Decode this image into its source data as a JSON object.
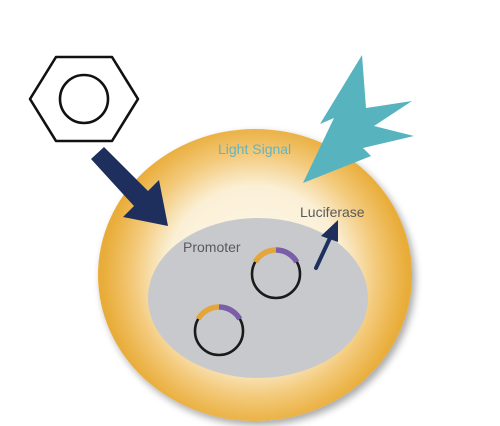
{
  "labels": {
    "light_signal": "Light Signal",
    "promoter": "Promoter",
    "luciferase": "Luciferase"
  },
  "icons": {
    "compound": "benzene-ring-icon",
    "entry_arrow": "arrow-icon",
    "expression_arrow": "arrow-icon",
    "light_burst": "light-burst-icon",
    "plasmid": "plasmid-icon"
  },
  "colors": {
    "cell_orange": "#e9ad3a",
    "cell_glow": "#fbf3e0",
    "nucleus_gray": "#c8c9cc",
    "arrow_navy": "#1e2f5e",
    "light_teal": "#57b3bd",
    "light_signal_text": "#62b4c2",
    "label_gray": "#5a5a5a",
    "plasmid_orange": "#e3a63a",
    "plasmid_purple": "#7b5ea8",
    "outline_black": "#1a1a1a"
  }
}
